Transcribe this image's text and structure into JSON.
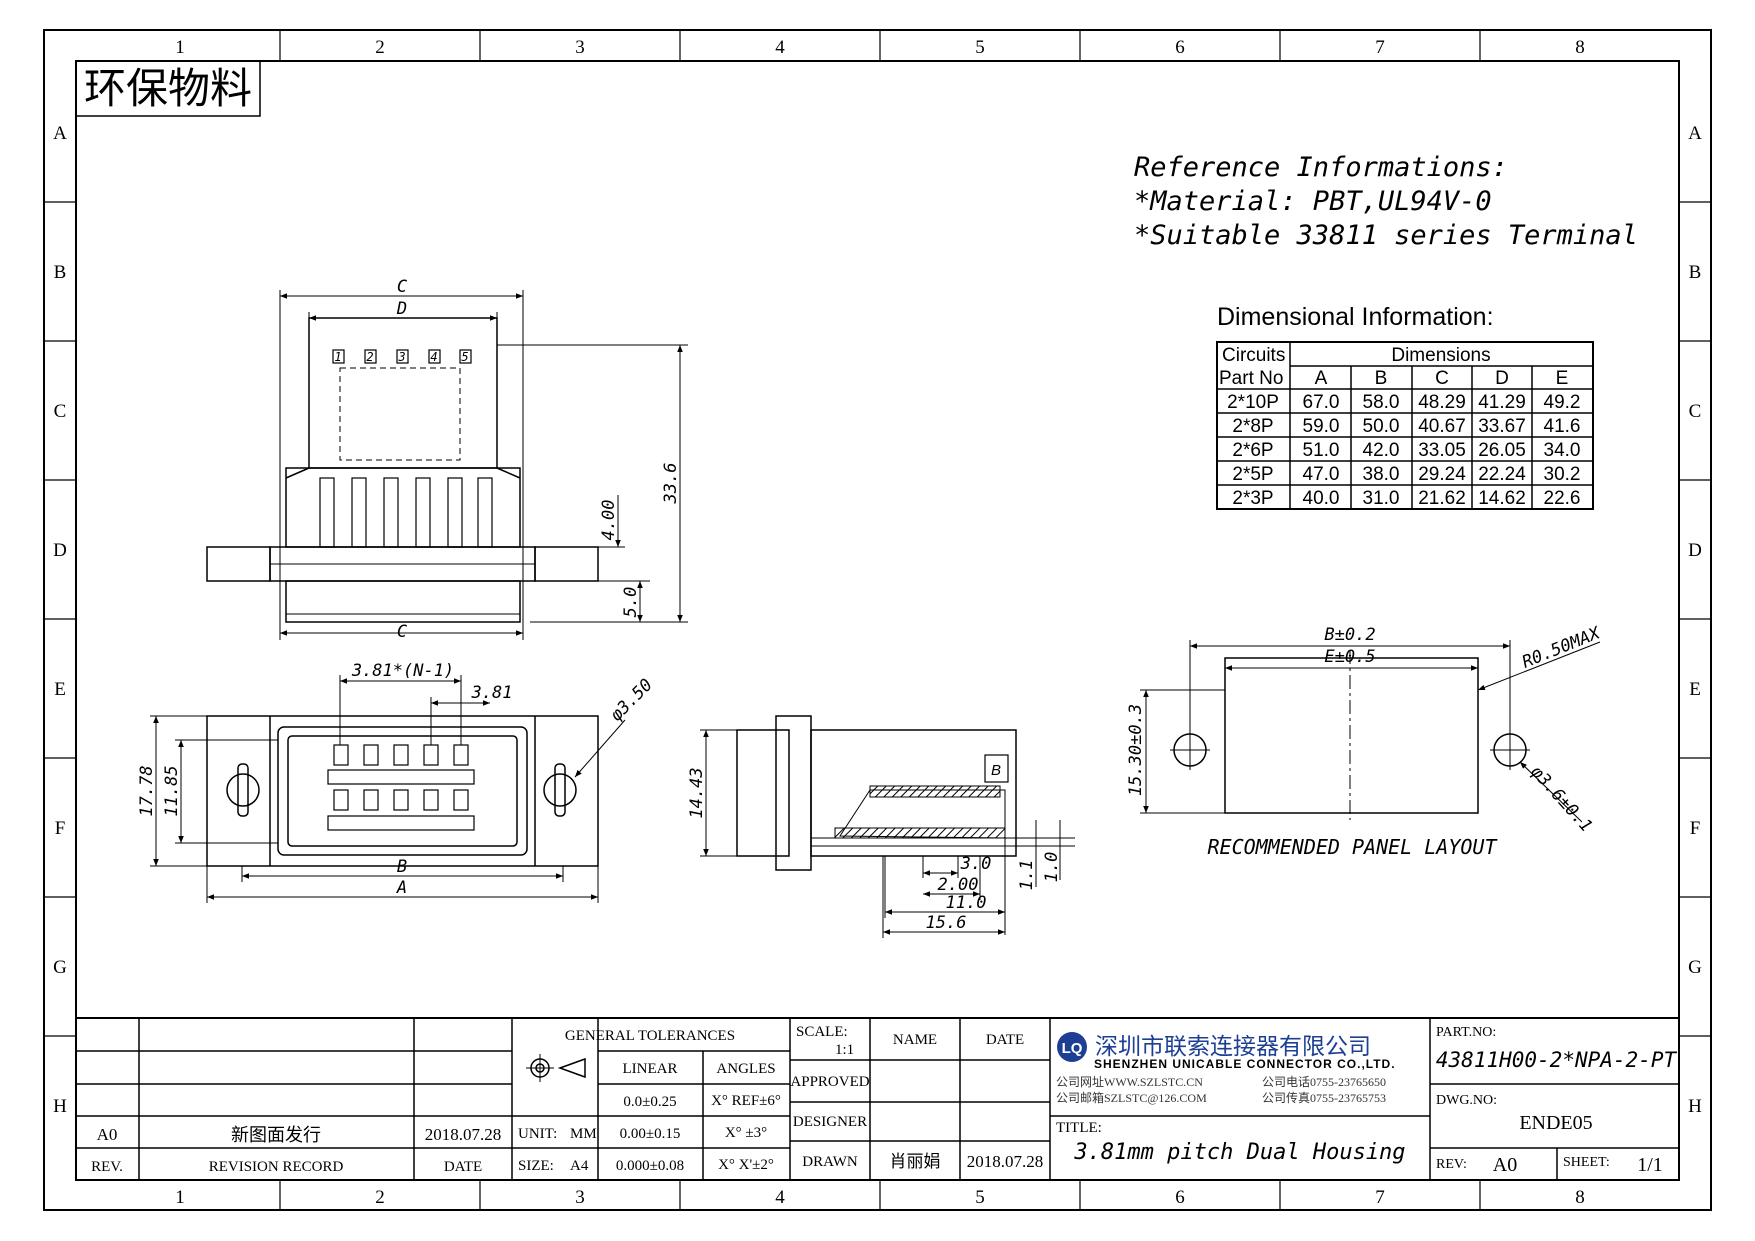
{
  "zones": {
    "columns": [
      "1",
      "2",
      "3",
      "4",
      "5",
      "6",
      "7",
      "8"
    ],
    "rows": [
      "A",
      "B",
      "C",
      "D",
      "E",
      "F",
      "G",
      "H"
    ]
  },
  "stamp": "环保物料",
  "reference": {
    "heading": "Reference Informations:",
    "material": "*Material: PBT,UL94V-0",
    "terminal": "*Suitable 33811 series Terminal"
  },
  "dim_table": {
    "heading": "Dimensional Information:",
    "circuits_label": "Circuits",
    "partno_label": "Part No",
    "dimensions_label": "Dimensions",
    "columns": [
      "A",
      "B",
      "C",
      "D",
      "E"
    ],
    "rows": [
      [
        "2*10P",
        "67.0",
        "58.0",
        "48.29",
        "41.29",
        "49.2"
      ],
      [
        "2*8P",
        "59.0",
        "50.0",
        "40.67",
        "33.67",
        "41.6"
      ],
      [
        "2*6P",
        "51.0",
        "42.0",
        "33.05",
        "26.05",
        "34.0"
      ],
      [
        "2*5P",
        "47.0",
        "38.0",
        "29.24",
        "22.24",
        "30.2"
      ],
      [
        "2*3P",
        "40.0",
        "31.0",
        "21.62",
        "14.62",
        "22.6"
      ]
    ]
  },
  "front_view": {
    "dim_c": "C",
    "dim_d": "D",
    "dim_c_bottom": "C",
    "dim_height": "33.6",
    "dim_400": "4.00",
    "dim_50": "5.0",
    "pin_marks": [
      "1",
      "2",
      "3",
      "4",
      "5"
    ]
  },
  "top_view": {
    "pitch": "3.81*(N-1)",
    "pitch_single": "3.81",
    "hole": "φ3.50",
    "dim_1778": "17.78",
    "dim_1185": "11.85",
    "dim_b": "B",
    "dim_a": "A"
  },
  "side_view": {
    "dim_1443": "14.43",
    "dim_30": "3.0",
    "dim_200": "2.00",
    "dim_110": "11.0",
    "dim_156": "15.6",
    "dim_11": "1.1",
    "dim_10": "1.0",
    "mark": "B"
  },
  "panel_layout": {
    "dim_b": "B±0.2",
    "dim_e": "E±0.5",
    "radius": "R0.50MAX",
    "dim_height": "15.30±0.3",
    "hole": "φ3.6±0.1",
    "caption": "RECOMMENDED PANEL LAYOUT"
  },
  "title_block": {
    "general_tolerances": "GENERAL TOLERANCES",
    "linear": "LINEAR",
    "angles": "ANGLES",
    "tol_1": "0.0±0.25",
    "ang_1": "X° REF±6°",
    "tol_2": "0.00±0.15",
    "ang_2": "X° ±3°",
    "tol_3": "0.000±0.08",
    "ang_3": "X° X'±2°",
    "unit_label": "UNIT:",
    "unit_value": "MM",
    "size_label": "SIZE:",
    "size_value": "A4",
    "scale_label": "SCALE:",
    "scale_value": "1:1",
    "name_label": "NAME",
    "date_label": "DATE",
    "approved": "APPROVED",
    "designer": "DESIGNER",
    "drawn": "DRAWN",
    "drawn_name": "肖丽娟",
    "drawn_date": "2018.07.28",
    "rev_label": "REV.",
    "revision_record_label": "REVISION RECORD",
    "date_col_label": "DATE",
    "rev_row": {
      "rev": "A0",
      "record": "新图面发行",
      "date": "2018.07.28"
    },
    "company_cn": "深圳市联索连接器有限公司",
    "company_en": "SHENZHEN UNICABLE CONNECTOR CO.,LTD.",
    "website": "公司网址WWW.SZLSTC.CN",
    "phone": "公司电话0755-23765650",
    "email": "公司邮箱SZLSTC@126.COM",
    "fax": "公司传真0755-23765753",
    "title_label": "TITLE:",
    "title_value": "3.81mm pitch Dual Housing",
    "partno_label": "PART.NO:",
    "partno_value": "43811H00-2*NPA-2-PT",
    "dwgno_label": "DWG.NO:",
    "dwgno_value": "ENDE05",
    "rev_field_label": "REV:",
    "rev_field_value": "A0",
    "sheet_label": "SHEET:",
    "sheet_value": "1/1"
  }
}
